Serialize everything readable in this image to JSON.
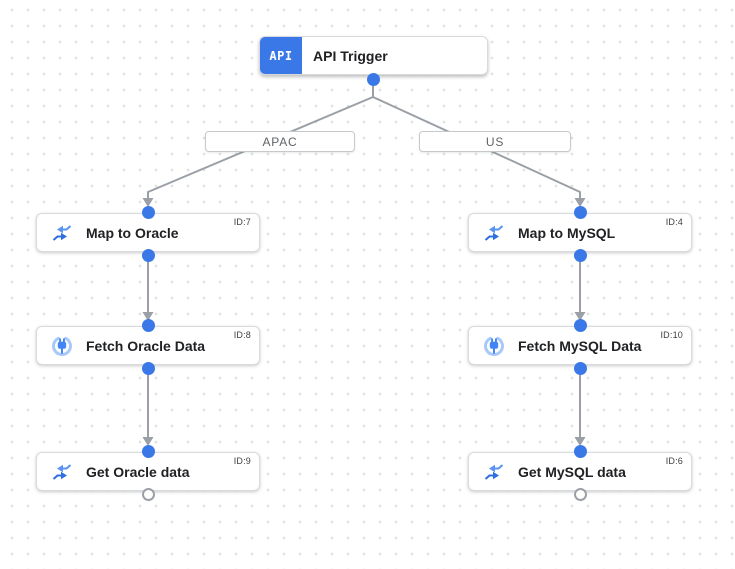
{
  "canvas": {
    "name": "integration-flow-canvas"
  },
  "colors": {
    "accent_blue": "#3b78e7",
    "icon_blue": "#4285f4",
    "icon_light_blue": "#a6c8fa",
    "edge_gray": "#9aa0a6",
    "node_border": "#d8dadd",
    "label_border": "#c6c9cc",
    "text_primary": "#202124",
    "text_secondary": "#5f6368",
    "grid_dot": "#e1e1e1"
  },
  "trigger": {
    "icon_text": "API",
    "label": "API Trigger"
  },
  "branches": [
    {
      "label": "APAC"
    },
    {
      "label": "US"
    }
  ],
  "nodes": [
    {
      "id": "ID:7",
      "label": "Map to Oracle",
      "icon": "data-mapping-icon"
    },
    {
      "id": "ID:8",
      "label": "Fetch Oracle Data",
      "icon": "connector-icon"
    },
    {
      "id": "ID:9",
      "label": "Get Oracle data",
      "icon": "data-mapping-icon"
    },
    {
      "id": "ID:4",
      "label": "Map to MySQL",
      "icon": "data-mapping-icon"
    },
    {
      "id": "ID:10",
      "label": "Fetch MySQL Data",
      "icon": "connector-icon"
    },
    {
      "id": "ID:6",
      "label": "Get MySQL data",
      "icon": "data-mapping-icon"
    }
  ]
}
